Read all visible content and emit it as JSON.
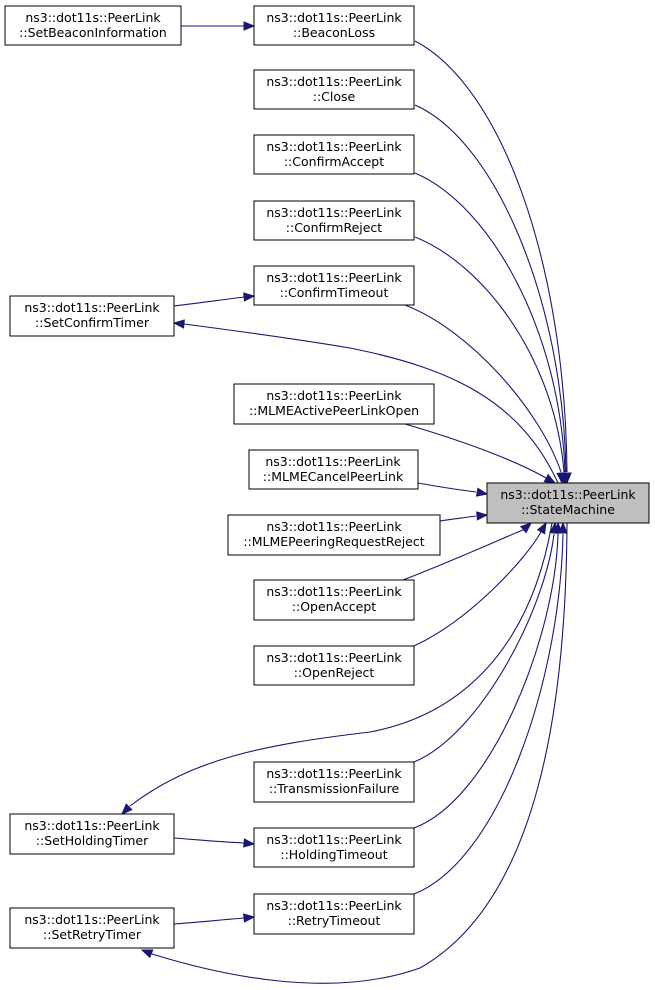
{
  "colors": {
    "edge": "#191970",
    "highlight_fill": "#bfbfbf",
    "node_fill": "#ffffff"
  },
  "nodes": {
    "set_beacon_information": {
      "line1": "ns3::dot11s::PeerLink",
      "line2": "::SetBeaconInformation"
    },
    "beacon_loss": {
      "line1": "ns3::dot11s::PeerLink",
      "line2": "::BeaconLoss"
    },
    "close": {
      "line1": "ns3::dot11s::PeerLink",
      "line2": "::Close"
    },
    "confirm_accept": {
      "line1": "ns3::dot11s::PeerLink",
      "line2": "::ConfirmAccept"
    },
    "confirm_reject": {
      "line1": "ns3::dot11s::PeerLink",
      "line2": "::ConfirmReject"
    },
    "confirm_timeout": {
      "line1": "ns3::dot11s::PeerLink",
      "line2": "::ConfirmTimeout"
    },
    "set_confirm_timer": {
      "line1": "ns3::dot11s::PeerLink",
      "line2": "::SetConfirmTimer"
    },
    "mlme_active_peer_link_open": {
      "line1": "ns3::dot11s::PeerLink",
      "line2": "::MLMEActivePeerLinkOpen"
    },
    "mlme_cancel_peer_link": {
      "line1": "ns3::dot11s::PeerLink",
      "line2": "::MLMECancelPeerLink"
    },
    "mlme_peering_request_reject": {
      "line1": "ns3::dot11s::PeerLink",
      "line2": "::MLMEPeeringRequestReject"
    },
    "state_machine": {
      "line1": "ns3::dot11s::PeerLink",
      "line2": "::StateMachine"
    },
    "open_accept": {
      "line1": "ns3::dot11s::PeerLink",
      "line2": "::OpenAccept"
    },
    "open_reject": {
      "line1": "ns3::dot11s::PeerLink",
      "line2": "::OpenReject"
    },
    "transmission_failure": {
      "line1": "ns3::dot11s::PeerLink",
      "line2": "::TransmissionFailure"
    },
    "set_holding_timer": {
      "line1": "ns3::dot11s::PeerLink",
      "line2": "::SetHoldingTimer"
    },
    "holding_timeout": {
      "line1": "ns3::dot11s::PeerLink",
      "line2": "::HoldingTimeout"
    },
    "set_retry_timer": {
      "line1": "ns3::dot11s::PeerLink",
      "line2": "::SetRetryTimer"
    },
    "retry_timeout": {
      "line1": "ns3::dot11s::PeerLink",
      "line2": "::RetryTimeout"
    }
  },
  "edges": [
    {
      "from": "set_beacon_information",
      "to": "beacon_loss"
    },
    {
      "from": "beacon_loss",
      "to": "state_machine"
    },
    {
      "from": "close",
      "to": "state_machine"
    },
    {
      "from": "confirm_accept",
      "to": "state_machine"
    },
    {
      "from": "confirm_reject",
      "to": "state_machine"
    },
    {
      "from": "set_confirm_timer",
      "to": "confirm_timeout"
    },
    {
      "from": "confirm_timeout",
      "to": "state_machine"
    },
    {
      "from": "state_machine",
      "to": "set_confirm_timer"
    },
    {
      "from": "mlme_active_peer_link_open",
      "to": "state_machine"
    },
    {
      "from": "mlme_cancel_peer_link",
      "to": "state_machine"
    },
    {
      "from": "mlme_peering_request_reject",
      "to": "state_machine"
    },
    {
      "from": "open_accept",
      "to": "state_machine"
    },
    {
      "from": "open_reject",
      "to": "state_machine"
    },
    {
      "from": "state_machine",
      "to": "set_holding_timer"
    },
    {
      "from": "transmission_failure",
      "to": "state_machine"
    },
    {
      "from": "set_holding_timer",
      "to": "holding_timeout"
    },
    {
      "from": "holding_timeout",
      "to": "state_machine"
    },
    {
      "from": "set_retry_timer",
      "to": "retry_timeout"
    },
    {
      "from": "retry_timeout",
      "to": "state_machine"
    },
    {
      "from": "state_machine",
      "to": "set_retry_timer"
    }
  ]
}
